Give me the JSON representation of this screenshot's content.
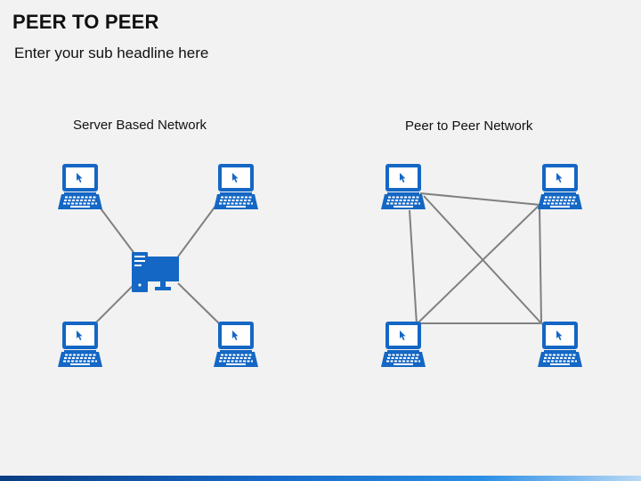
{
  "slide": {
    "title": "PEER TO PEER",
    "subtitle": "Enter your sub headline here"
  },
  "diagrams": {
    "server_based": {
      "label": "Server Based Network",
      "nodes": [
        "laptop-top-left",
        "laptop-top-right",
        "laptop-bottom-left",
        "laptop-bottom-right",
        "server-computer"
      ],
      "connections": [
        [
          "server-computer",
          "laptop-top-left"
        ],
        [
          "server-computer",
          "laptop-top-right"
        ],
        [
          "server-computer",
          "laptop-bottom-left"
        ],
        [
          "server-computer",
          "laptop-bottom-right"
        ]
      ]
    },
    "peer_to_peer": {
      "label": "Peer to Peer Network",
      "nodes": [
        "laptop-top-left",
        "laptop-top-right",
        "laptop-bottom-left",
        "laptop-bottom-right"
      ],
      "connections": [
        [
          "laptop-top-left",
          "laptop-top-right"
        ],
        [
          "laptop-top-left",
          "laptop-bottom-left"
        ],
        [
          "laptop-top-left",
          "laptop-bottom-right"
        ],
        [
          "laptop-top-right",
          "laptop-bottom-left"
        ],
        [
          "laptop-top-right",
          "laptop-bottom-right"
        ],
        [
          "laptop-bottom-left",
          "laptop-bottom-right"
        ]
      ]
    }
  },
  "colors": {
    "icon": "#1467c4",
    "connector": "#808080",
    "background": "#f2f2f2"
  },
  "icons": [
    "laptop-icon",
    "cursor-icon",
    "server-computer-icon"
  ]
}
